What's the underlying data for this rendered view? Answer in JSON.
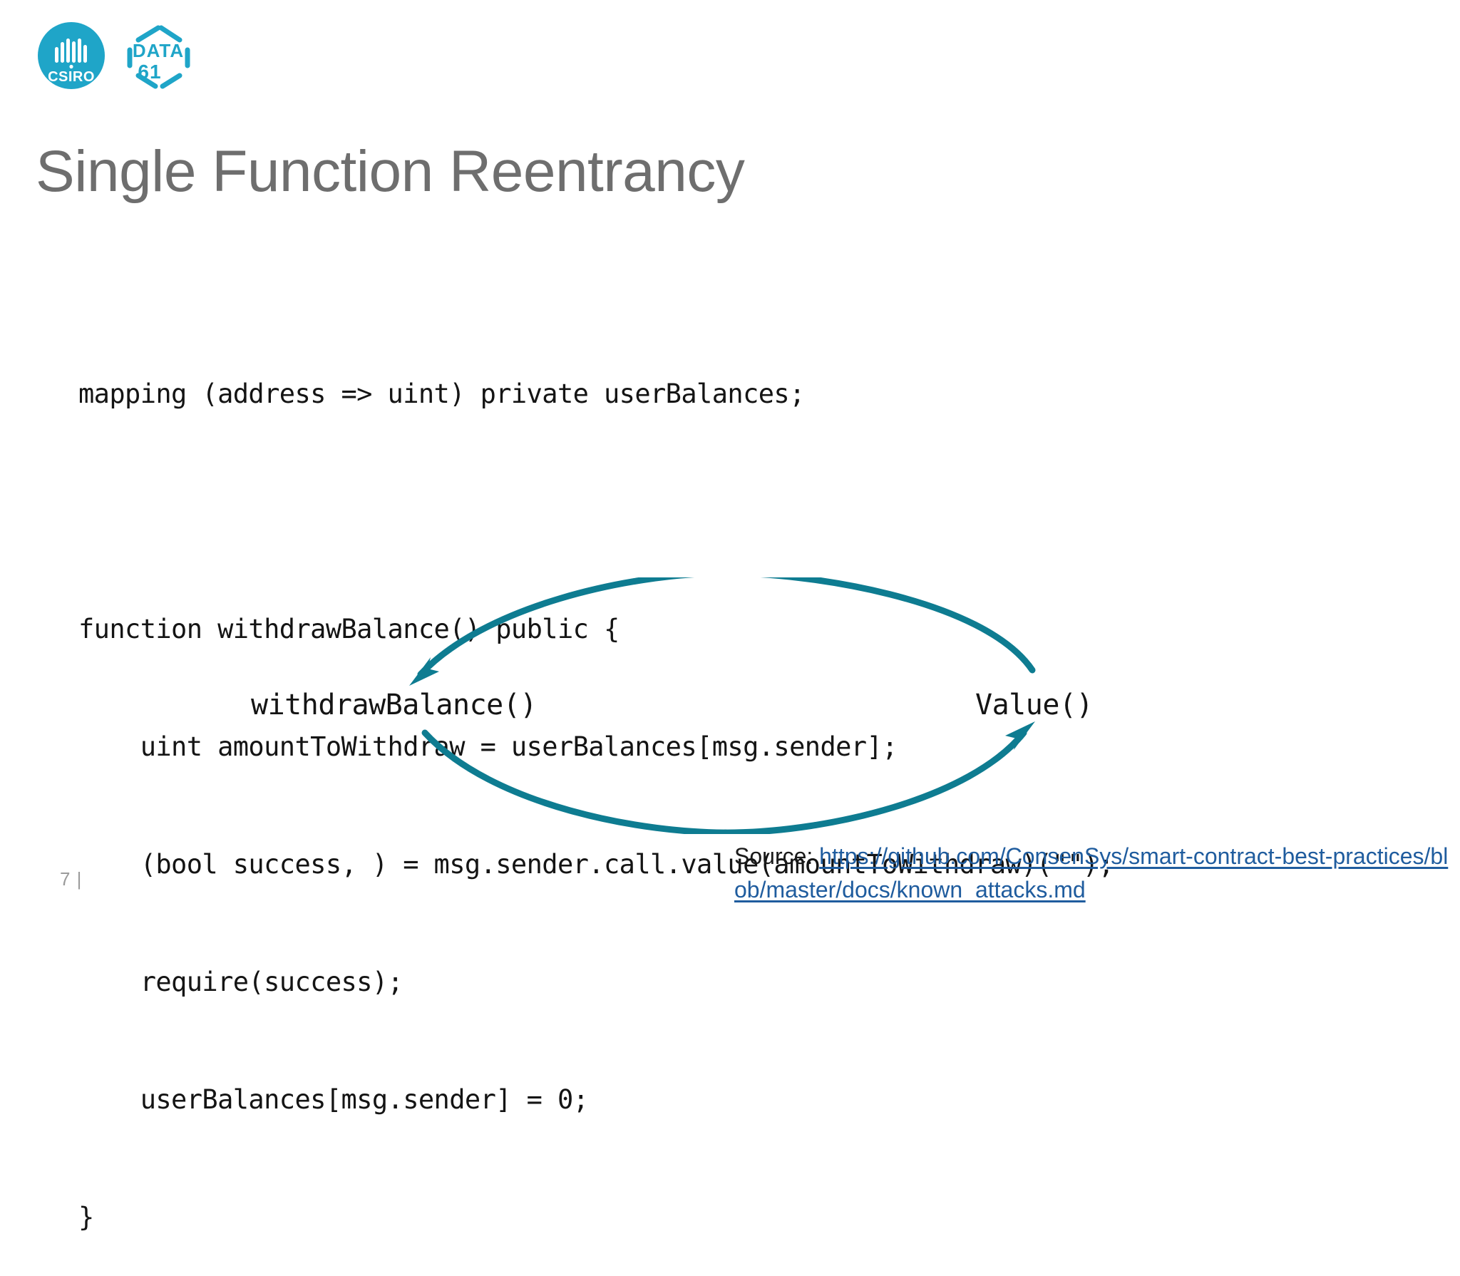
{
  "brand": {
    "csiro_name": "CSIRO",
    "data61_line1": "DATA",
    "data61_line2": "61",
    "teal": "#1fa5c8"
  },
  "title": "Single Function Reentrancy",
  "code": {
    "language": "solidity",
    "lines": [
      "mapping (address => uint) private userBalances;",
      "",
      "function withdrawBalance() public {",
      "    uint amountToWithdraw = userBalances[msg.sender];",
      "    (bool success, ) = msg.sender.call.value(amountToWithdraw)(\"\");",
      "    require(success);",
      "    userBalances[msg.sender] = 0;",
      "}"
    ]
  },
  "diagram": {
    "left_node": "withdrawBalance()",
    "right_node": "Value()",
    "arrow_color": "#0e7c91",
    "top_arrow_direction": "right-to-left",
    "bottom_arrow_direction": "left-to-right"
  },
  "source": {
    "label": "Source:",
    "link_text": "https://github.com/ConsenSys/smart-contract-best-practices/blob/master/docs/known_attacks.md",
    "link_color": "#1f5c9e"
  },
  "footer": {
    "page_number": "7 |"
  }
}
